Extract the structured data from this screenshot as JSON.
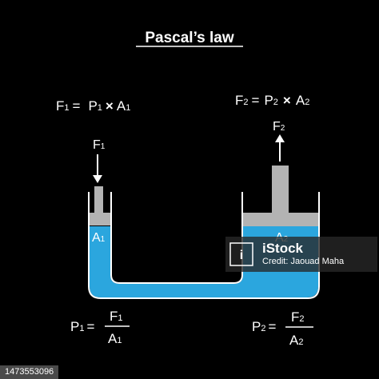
{
  "title": "Pascal’s law",
  "formula_top_left": {
    "F": "F",
    "F_sub": "1",
    "eq": "=",
    "P": "P",
    "P_sub": "1",
    "times": "×",
    "A": "A",
    "A_sub": "1"
  },
  "formula_top_right": {
    "F": "F",
    "F_sub": "2",
    "eq": "=",
    "P": "P",
    "P_sub": "2",
    "times": "×",
    "A": "A",
    "A_sub": "2"
  },
  "force_left": {
    "F": "F",
    "sub": "1"
  },
  "force_right": {
    "F": "F",
    "sub": "2"
  },
  "area_left": {
    "A": "A",
    "sub": "1"
  },
  "area_right": {
    "A": "A",
    "sub": "2"
  },
  "formula_bottom_left": {
    "P": "P",
    "P_sub": "1",
    "eq": "=",
    "num": "F",
    "num_sub": "1",
    "den": "A",
    "den_sub": "1"
  },
  "formula_bottom_right": {
    "P": "P",
    "P_sub": "2",
    "eq": "=",
    "num": "F",
    "num_sub": "2",
    "den": "A",
    "den_sub": "2"
  },
  "watermark": {
    "brand": "iStock",
    "credit": "Credit: Jaouad Maha"
  },
  "image_id": "1473553096",
  "colors": {
    "background": "#000000",
    "fluid": "#29a8e0",
    "fluid_dark": "#1d8cc4",
    "piston": "#b3b3b3",
    "container_wall": "#ffffff"
  }
}
